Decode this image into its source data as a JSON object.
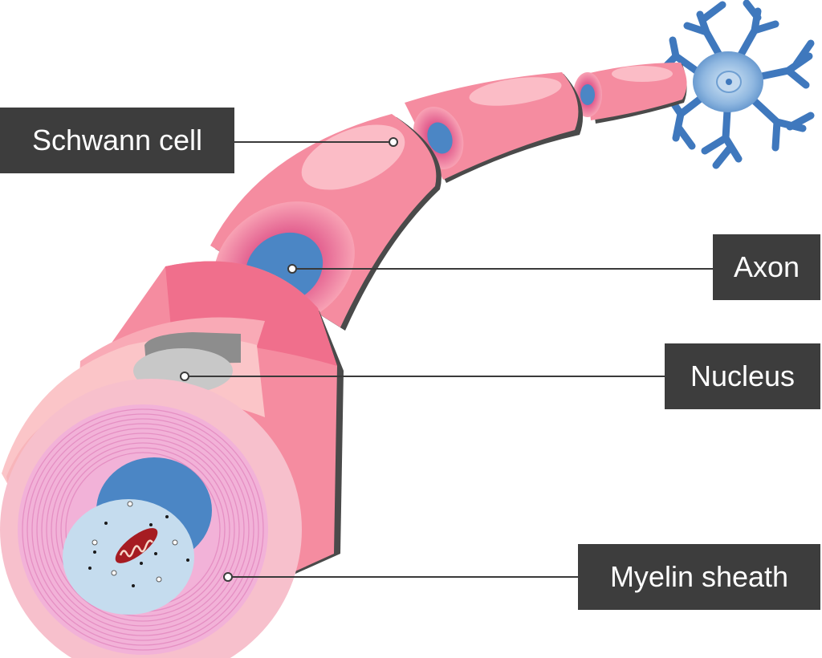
{
  "labels": {
    "schwann_cell": "Schwann cell",
    "axon": "Axon",
    "nucleus": "Nucleus",
    "myelin_sheath": "Myelin sheath"
  },
  "colors": {
    "schwann_pink": "#f58ca0",
    "schwann_light": "#f9aab6",
    "schwann_dark": "#e2738b",
    "myelin_pink": "#f2b2d8",
    "axon_blue": "#4b86c5",
    "cytoplasm": "#c5dcee",
    "nucleus_grey": "#c8c8c8",
    "label_bg": "#3d3d3d",
    "neuron_blue": "#3f78bd",
    "mitochondrion_red": "#a61c22"
  },
  "icons": {
    "neuron": "neuron-cell-body-icon",
    "mitochondrion": "mitochondrion-icon"
  }
}
